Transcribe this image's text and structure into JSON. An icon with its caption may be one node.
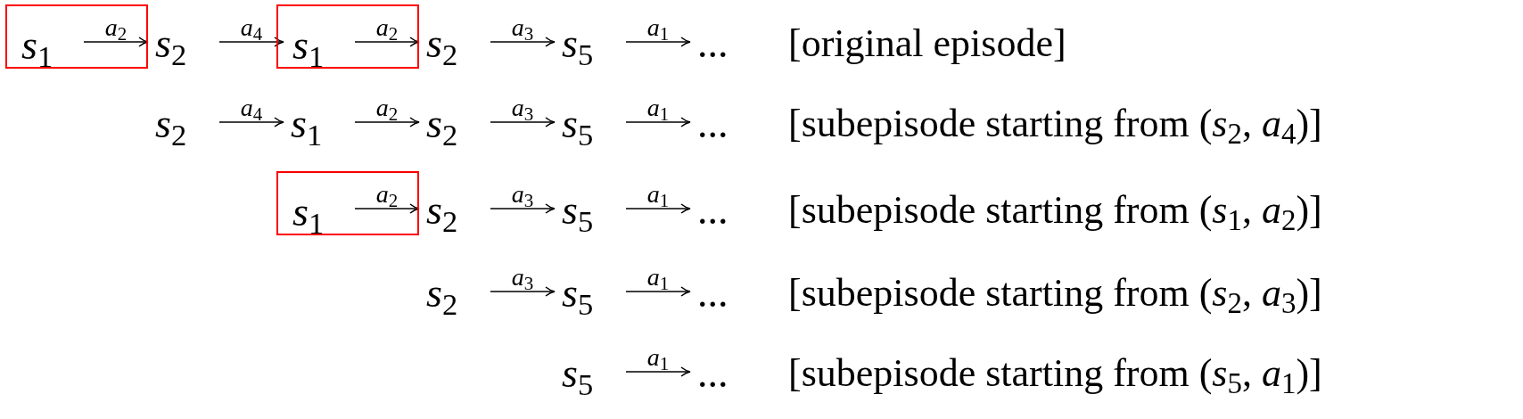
{
  "diagram": {
    "nodes": [
      {
        "text": [],
        "shape": "box"
      },
      {
        "text": [
          "*s*$_{1}$"
        ],
        "in": 0
      },
      {
        "text": [
          "*s*$_{2}$"
        ]
      },
      {
        "text": [],
        "shape": "box"
      },
      {
        "text": [
          "*s*$_{1}$"
        ],
        "in": 3
      },
      {
        "text": [
          "*s*$_{2}$"
        ]
      },
      {
        "text": [
          "*s*$_{5}$"
        ]
      },
      {
        "text": [
          "..."
        ]
      },
      {
        "text": [
          "*s*$_{2}$"
        ]
      },
      {
        "text": [
          "*s*$_{1}$"
        ]
      },
      {
        "text": [
          "*s*$_{2}$"
        ]
      },
      {
        "text": [
          "*s*$_{5}$"
        ]
      },
      {
        "text": [
          "..."
        ]
      },
      {
        "text": [],
        "shape": "box"
      },
      {
        "text": [
          "*s*$_{1}$"
        ],
        "in": 13
      },
      {
        "text": [
          "*s*$_{2}$"
        ]
      },
      {
        "text": [
          "*s*$_{5}$"
        ]
      },
      {
        "text": [
          "..."
        ]
      },
      {
        "text": [
          "*s*$_{2}$"
        ]
      },
      {
        "text": [
          "*s*$_{5}$"
        ]
      },
      {
        "text": [
          "..."
        ]
      },
      {
        "text": [
          "*s*$_{5}$"
        ]
      },
      {
        "text": [
          "..."
        ]
      }
    ],
    "edges": [
      {
        "from": 1,
        "to": 2,
        "arrow": "to",
        "label": "*a*$_{2}$"
      },
      {
        "from": 2,
        "to": 4,
        "arrow": "to",
        "label": "*a*$_{4}$"
      },
      {
        "from": 4,
        "to": 5,
        "arrow": "to",
        "label": "*a*$_{2}$"
      },
      {
        "from": 5,
        "to": 6,
        "arrow": "to",
        "label": "*a*$_{3}$"
      },
      {
        "from": 6,
        "to": 7,
        "arrow": "to",
        "label": "*a*$_{1}$"
      },
      {
        "from": 8,
        "to": 9,
        "arrow": "to",
        "label": "*a*$_{4}$"
      },
      {
        "from": 9,
        "to": 10,
        "arrow": "to",
        "label": "*a*$_{2}$"
      },
      {
        "from": 10,
        "to": 11,
        "arrow": "to",
        "label": "*a*$_{3}$"
      },
      {
        "from": 11,
        "to": 12,
        "arrow": "to",
        "label": "*a*$_{1}$"
      },
      {
        "from": 14,
        "to": 15,
        "arrow": "to",
        "label": "*a*$_{2}$"
      },
      {
        "from": 15,
        "to": 16,
        "arrow": "to",
        "label": "*a*$_{3}$"
      },
      {
        "from": 16,
        "to": 17,
        "arrow": "to",
        "label": "*a*$_{1}$"
      },
      {
        "from": 18,
        "to": 19,
        "arrow": "to",
        "label": "*a*$_{3}$"
      },
      {
        "from": 19,
        "to": 20,
        "arrow": "to",
        "label": "*a*$_{1}$"
      },
      {
        "from": 21,
        "to": 22,
        "arrow": "to",
        "label": "*a*$_{1}$"
      }
    ],
    "labels": [
      "[original episode]",
      "[subepisode starting from (*s*$_{2}$, *a*$_{4}$)]",
      "[subepisode starting from (*s*$_{1}$, *a*$_{2}$)]",
      "[subepisode starting from (*s*$_{2}$, *a*$_{3}$)]",
      "[subepisode starting from (*s*$_{5}$, *a*$_{1}$)]"
    ]
  }
}
